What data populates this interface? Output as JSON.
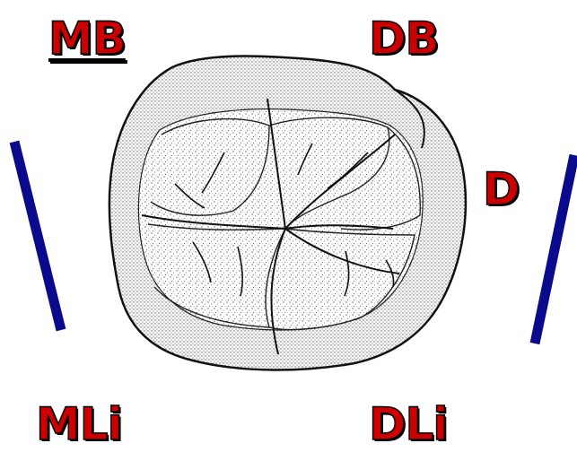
{
  "labels": {
    "mb": "MB",
    "db": "DB",
    "d": "D",
    "mli": "MLi",
    "dli": "DLi"
  },
  "colors": {
    "label_text": "#cc0000",
    "divider_lines": "#0a0a8c",
    "outline": "#111111"
  },
  "icons": {
    "tooth": "molar-occlusal-view"
  }
}
